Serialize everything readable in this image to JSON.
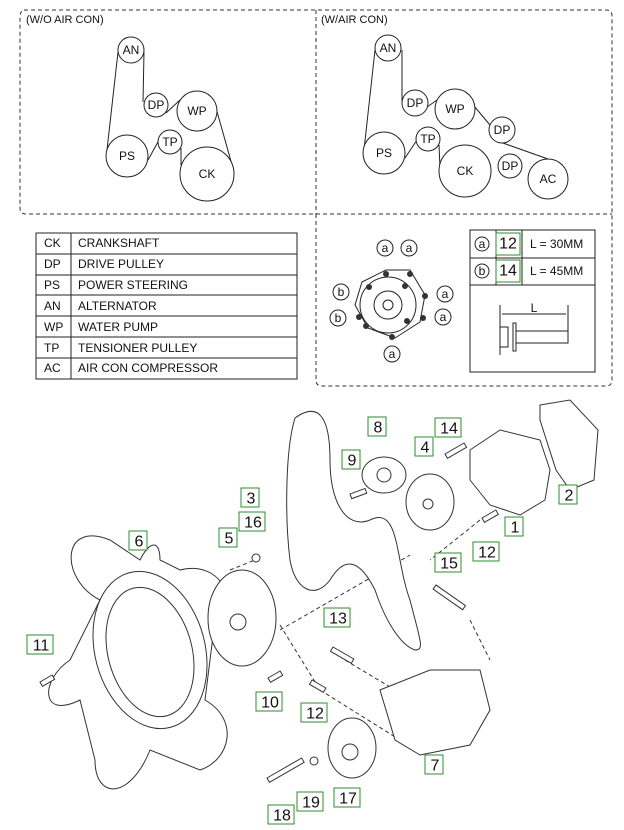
{
  "belt_routing": {
    "without_ac": {
      "title": "(W/O AIR CON)",
      "pulleys": [
        "AN",
        "DP",
        "WP",
        "TP",
        "PS",
        "CK"
      ]
    },
    "with_ac": {
      "title": "(W/AIR CON)",
      "pulleys": [
        "AN",
        "DP",
        "WP",
        "DP",
        "TP",
        "PS",
        "CK",
        "DP",
        "AC"
      ]
    }
  },
  "legend": [
    {
      "code": "CK",
      "name": "CRANKSHAFT"
    },
    {
      "code": "DP",
      "name": "DRIVE  PULLEY"
    },
    {
      "code": "PS",
      "name": "POWER  STEERING"
    },
    {
      "code": "AN",
      "name": "ALTERNATOR"
    },
    {
      "code": "WP",
      "name": "WATER  PUMP"
    },
    {
      "code": "TP",
      "name": "TENSIONER  PULLEY"
    },
    {
      "code": "AC",
      "name": "AIR  CON COMPRESSOR"
    }
  ],
  "bolt_pattern": {
    "markers": [
      "a",
      "a",
      "b",
      "a",
      "b",
      "a",
      "a"
    ],
    "table": [
      {
        "mark": "a",
        "part": "12",
        "length": "L = 30MM"
      },
      {
        "mark": "b",
        "part": "14",
        "length": "L = 45MM"
      }
    ],
    "dimension_label": "L"
  },
  "callouts": [
    "8",
    "14",
    "9",
    "4",
    "3",
    "2",
    "16",
    "5",
    "6",
    "1",
    "12",
    "15",
    "13",
    "11",
    "10",
    "12",
    "7",
    "17",
    "19",
    "18"
  ],
  "colors": {
    "callout_border": "#2e8b2e"
  }
}
